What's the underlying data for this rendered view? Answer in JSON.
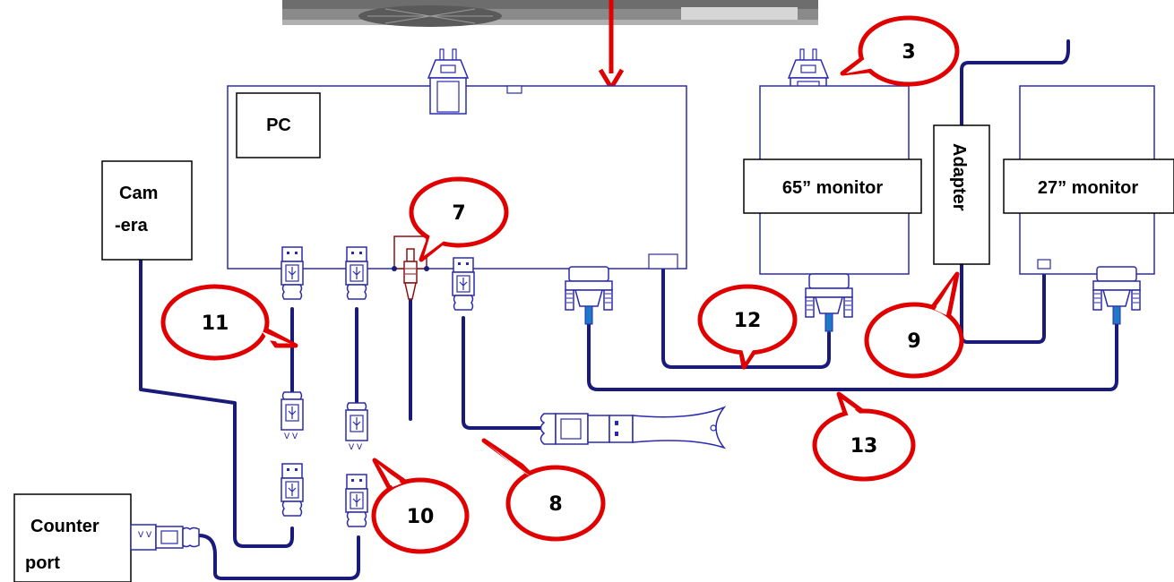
{
  "labels": {
    "pc": "PC",
    "camera_line1": "Cam",
    "camera_line2": "-era",
    "monitor65": "65” monitor",
    "monitor27": "27” monitor",
    "adapter": "Adapter",
    "counter_line1": "Counter",
    "counter_line2": "port"
  },
  "callouts": [
    "3",
    "7",
    "8",
    "9",
    "10",
    "11",
    "12",
    "13"
  ],
  "colors": {
    "cable": "#1a1a7a",
    "outline": "#2a2ab0",
    "callout_border": "#e00000",
    "arrow": "#e00000",
    "connector_red": "#8b1010"
  }
}
